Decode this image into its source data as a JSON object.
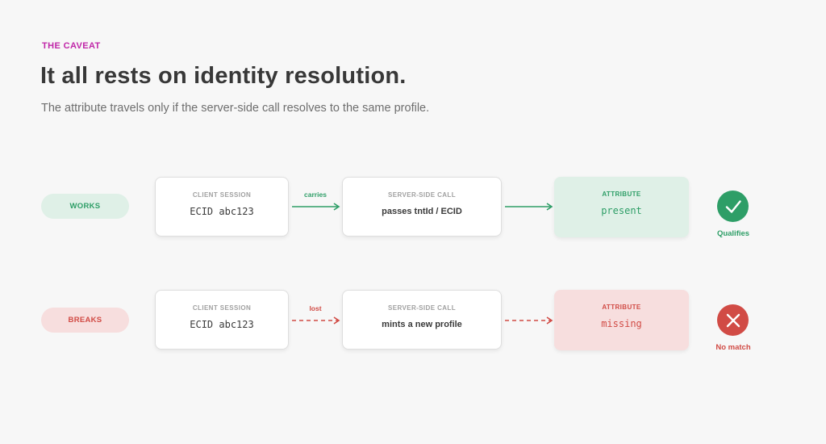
{
  "header": {
    "eyebrow": "THE CAVEAT",
    "title": "It all rests on identity resolution.",
    "subtitle": "The attribute travels only if the server-side call resolves to the same profile."
  },
  "colors": {
    "accent": "#c026a8",
    "success": "#2e9e67",
    "success_bg": "#dff0e7",
    "error": "#d14b45",
    "error_bg": "#f7dede"
  },
  "rows": [
    {
      "label": "WORKS",
      "client": {
        "label": "CLIENT SESSION",
        "value": "ECID abc123"
      },
      "link_label": "carries",
      "server": {
        "label": "SERVER-SIDE CALL",
        "value": "passes tntId / ECID"
      },
      "attribute": {
        "label": "ATTRIBUTE",
        "value": "present"
      },
      "status_icon": "checkmark-icon",
      "status_text": "Qualifies"
    },
    {
      "label": "BREAKS",
      "client": {
        "label": "CLIENT SESSION",
        "value": "ECID abc123"
      },
      "link_label": "lost",
      "server": {
        "label": "SERVER-SIDE CALL",
        "value": "mints a new profile"
      },
      "attribute": {
        "label": "ATTRIBUTE",
        "value": "missing"
      },
      "status_icon": "cross-icon",
      "status_text": "No match"
    }
  ]
}
